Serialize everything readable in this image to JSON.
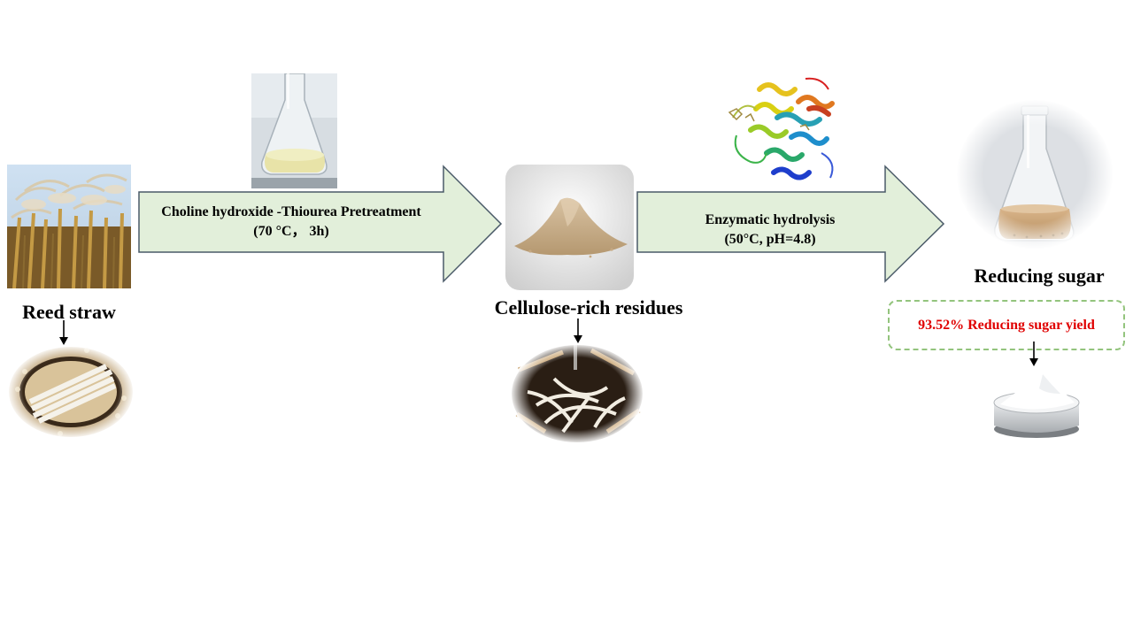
{
  "stages": {
    "reed": {
      "label": "Reed straw"
    },
    "cellulose": {
      "label": "Cellulose-rich residues"
    },
    "sugar": {
      "label": "Reducing sugar"
    }
  },
  "steps": {
    "pretreatment": {
      "line1": "Choline hydroxide -Thiourea Pretreatment",
      "line2": "(70 °C， 3h)"
    },
    "hydrolysis": {
      "line1": "Enzymatic hydrolysis",
      "line2": "(50°C, pH=4.8)"
    }
  },
  "result": {
    "yield_text": "93.52% Reducing sugar yield"
  },
  "colors": {
    "arrow_fill": "#e2efda",
    "arrow_stroke": "#4a5a68",
    "yield_border": "#93c47d",
    "yield_text": "#e00000"
  },
  "images": [
    "reed-straw-photo",
    "reed-fiber-cross-section",
    "flask-pretreatment-liquid",
    "cellulose-powder-photo",
    "cellulose-fiber-illustration",
    "enzyme-protein-structure",
    "flask-sugar-solution",
    "sugar-powder-dish"
  ]
}
